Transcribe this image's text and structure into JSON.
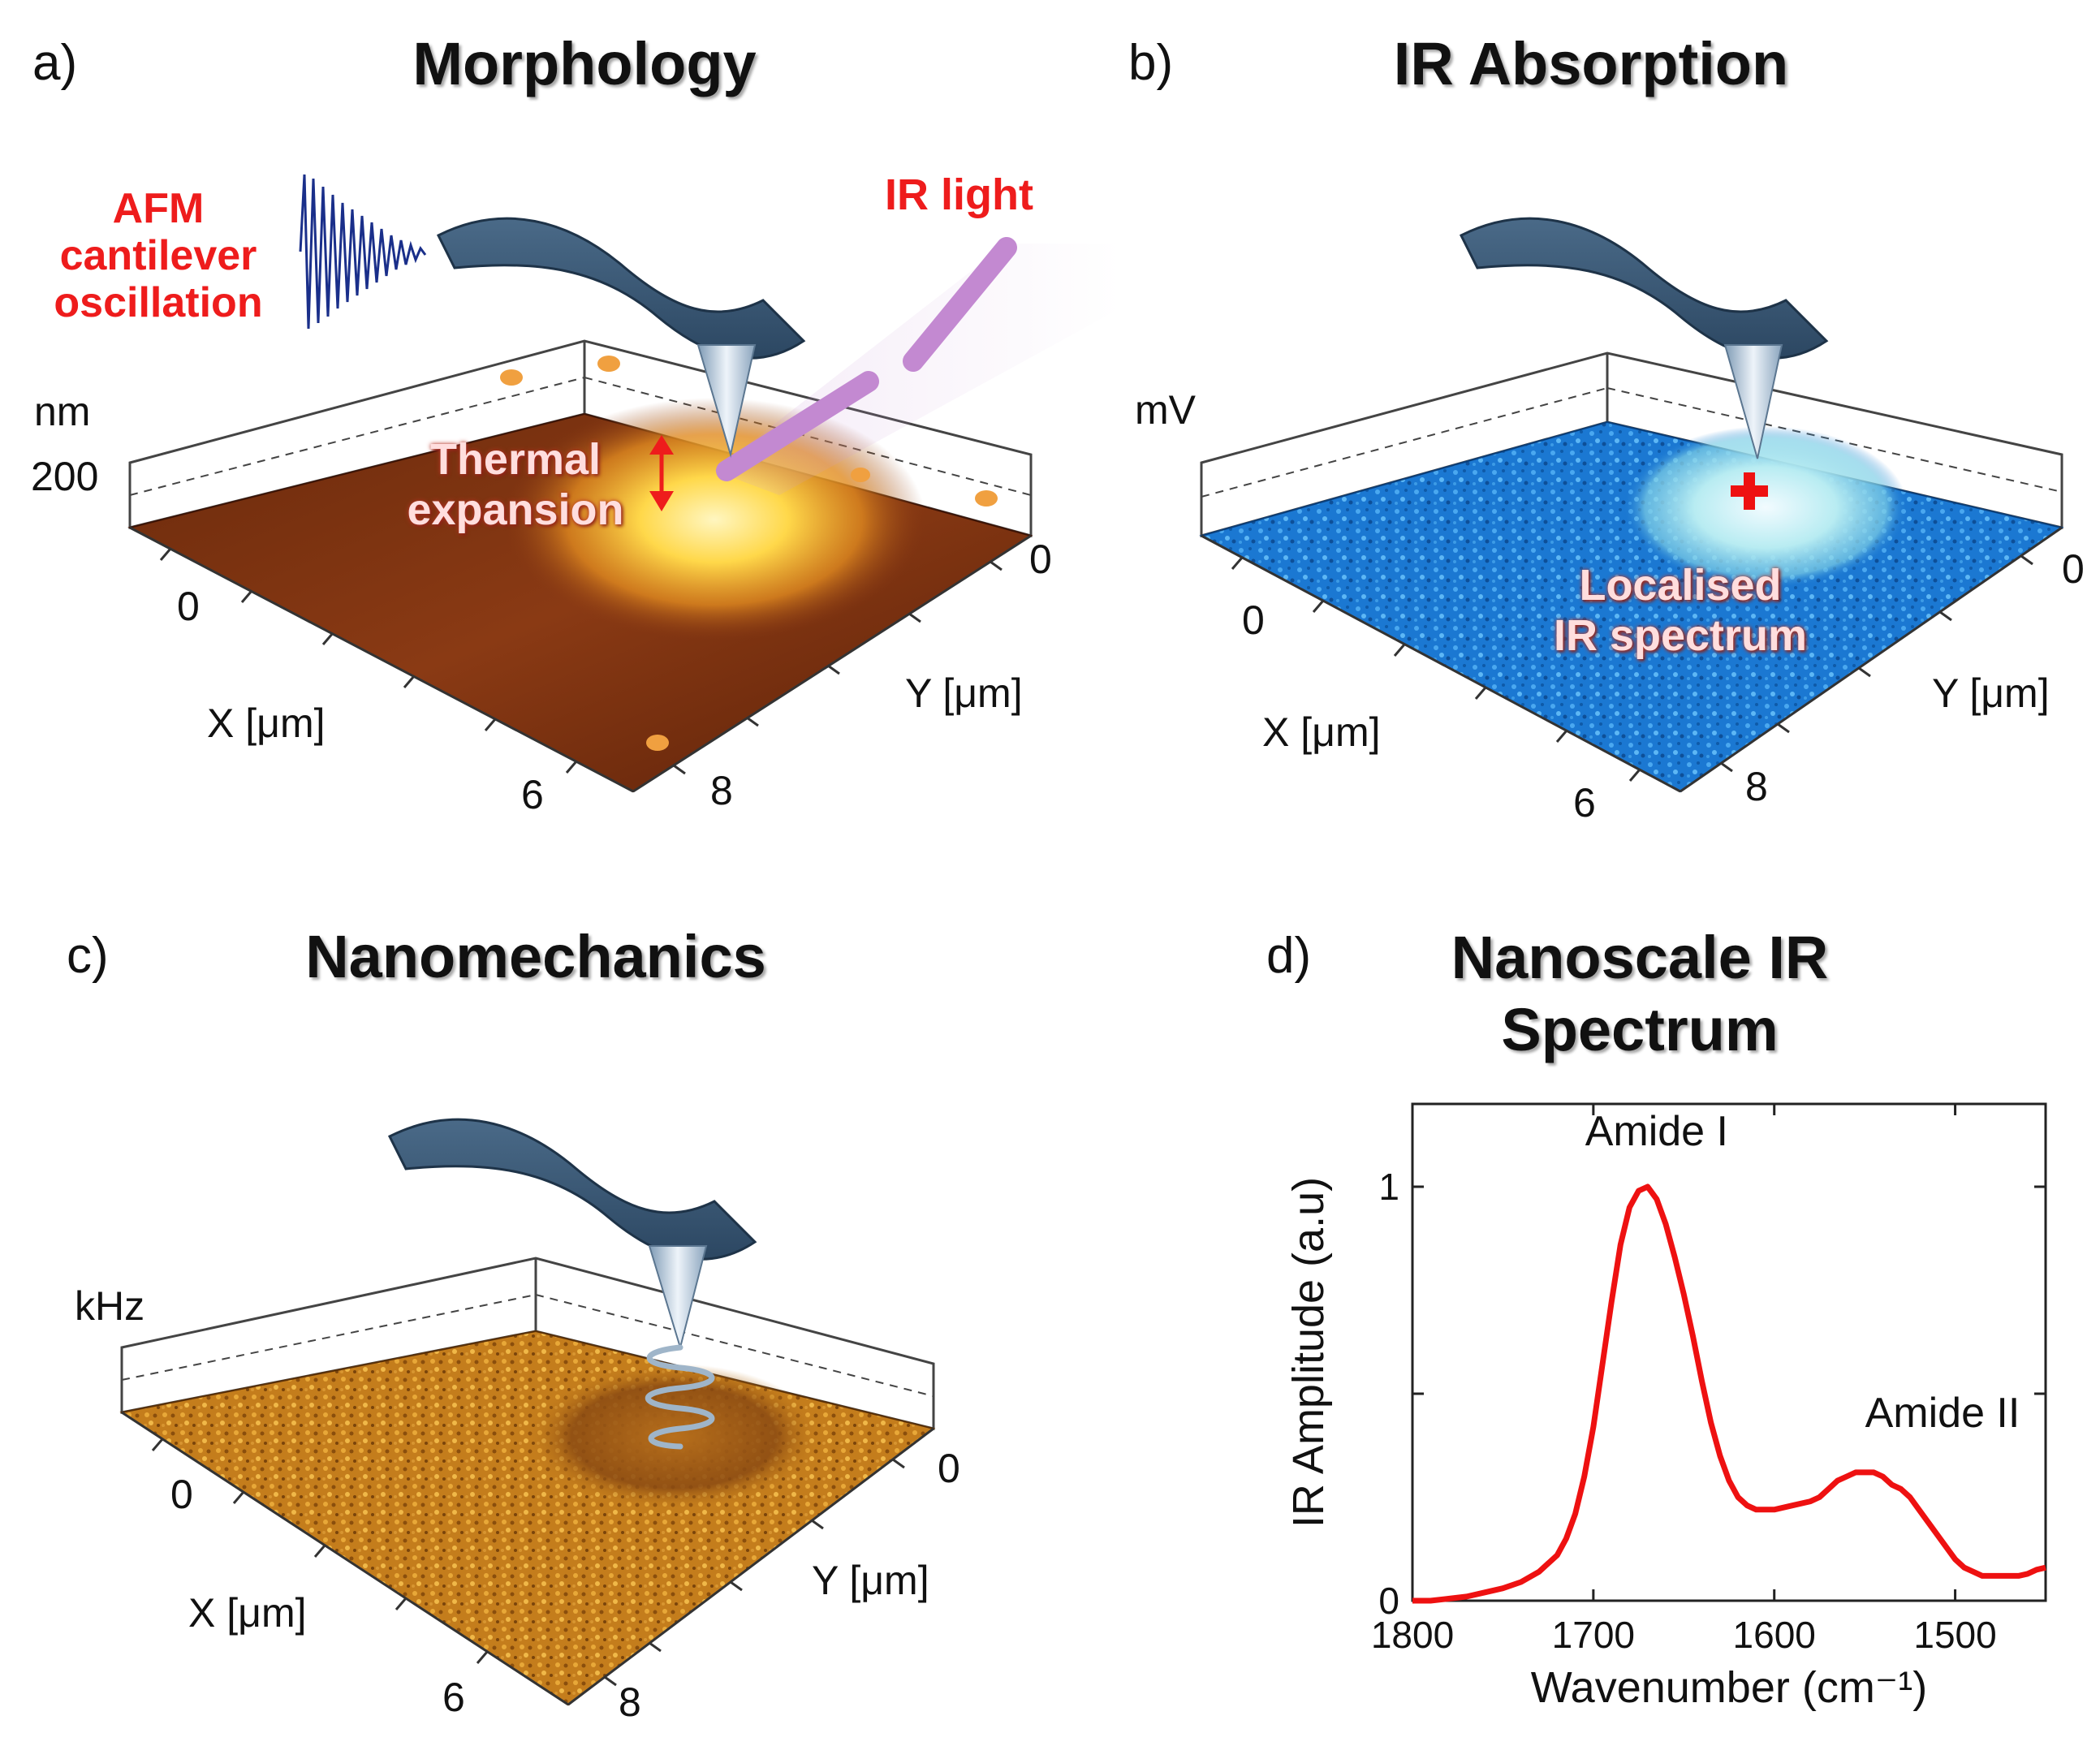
{
  "panel_a": {
    "label": "a)",
    "title": "Morphology",
    "afm_note": [
      "AFM",
      "cantilever",
      "oscillation"
    ],
    "ir_light": "IR light",
    "thermal": [
      "Thermal",
      "expansion"
    ],
    "z_unit": "nm",
    "z_tick": "200",
    "x_tick_0": "0",
    "x_tick_6": "6",
    "y_tick_0": "0",
    "y_tick_8": "8",
    "x_label": "X [μm]",
    "y_label": "Y [μm]"
  },
  "panel_b": {
    "label": "b)",
    "title": "IR Absorption",
    "z_unit": "mV",
    "localised": [
      "Localised",
      "IR spectrum"
    ],
    "x_tick_0": "0",
    "x_tick_6": "6",
    "y_tick_0": "0",
    "y_tick_8": "8",
    "x_label": "X [μm]",
    "y_label": "Y [μm]"
  },
  "panel_c": {
    "label": "c)",
    "title": "Nanomechanics",
    "z_unit": "kHz",
    "x_tick_0": "0",
    "x_tick_6": "6",
    "y_tick_0": "0",
    "y_tick_8": "8",
    "x_label": "X [μm]",
    "y_label": "Y [μm]"
  },
  "panel_d": {
    "label": "d)",
    "title": [
      "Nanoscale IR",
      "Spectrum"
    ]
  },
  "colors": {
    "cantilever": "#34536f",
    "spectrum_line": "#ee1111",
    "annotation_red": "#ee1c1c",
    "morphology_surface": "#7a3210",
    "absorption_surface": "#1e7fd6",
    "nanomech_surface": "#c07a1a"
  },
  "chart_data": {
    "type": "line",
    "title": "",
    "xlabel": "Wavenumber (cm⁻¹)",
    "ylabel": "IR Amplitude (a.u)",
    "xlim": [
      1800,
      1450
    ],
    "ylim": [
      0,
      1.2
    ],
    "x_reversed": true,
    "x_ticks": [
      "1800",
      "1700",
      "1600",
      "1500"
    ],
    "y_ticks": [
      "0",
      "1"
    ],
    "annotations": [
      "Amide I",
      "Amide II"
    ],
    "series": [
      {
        "x": [
          1800,
          1790,
          1780,
          1770,
          1760,
          1750,
          1740,
          1730,
          1720,
          1715,
          1710,
          1705,
          1700,
          1695,
          1690,
          1685,
          1680,
          1675,
          1670,
          1665,
          1660,
          1655,
          1650,
          1645,
          1640,
          1635,
          1630,
          1625,
          1620,
          1615,
          1610,
          1600,
          1590,
          1580,
          1575,
          1570,
          1565,
          1560,
          1555,
          1550,
          1545,
          1540,
          1535,
          1530,
          1525,
          1520,
          1515,
          1510,
          1505,
          1500,
          1495,
          1490,
          1485,
          1480,
          1475,
          1470,
          1465,
          1460,
          1455,
          1450
        ],
        "y": [
          0.0,
          0.0,
          0.005,
          0.01,
          0.02,
          0.03,
          0.045,
          0.07,
          0.11,
          0.15,
          0.21,
          0.3,
          0.42,
          0.57,
          0.72,
          0.86,
          0.95,
          0.99,
          1.0,
          0.97,
          0.91,
          0.83,
          0.74,
          0.64,
          0.53,
          0.43,
          0.35,
          0.29,
          0.25,
          0.23,
          0.22,
          0.22,
          0.23,
          0.24,
          0.25,
          0.27,
          0.29,
          0.3,
          0.31,
          0.31,
          0.31,
          0.3,
          0.28,
          0.27,
          0.25,
          0.22,
          0.19,
          0.16,
          0.13,
          0.1,
          0.08,
          0.07,
          0.06,
          0.06,
          0.06,
          0.06,
          0.06,
          0.065,
          0.075,
          0.08
        ]
      }
    ]
  }
}
